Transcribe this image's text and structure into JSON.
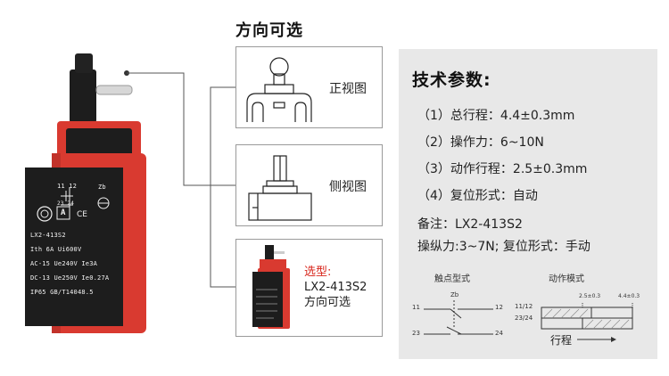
{
  "middle": {
    "title": "方向可选",
    "front_label": "正视图",
    "side_label": "侧视图",
    "model_prefix": "选型:",
    "model_name": "LX2-413S2",
    "model_suffix": "方向可选"
  },
  "product_label": {
    "terminals_top": "11 12",
    "zb": "Zb",
    "terminals_bottom": "23 24",
    "model": "LX2-413S2",
    "line1": "Ith 6A Ui600V",
    "line2": "AC-15 Ue240V Ie3A",
    "line3": "DC-13 Ue250V Ie0.27A",
    "line4": "IP65 GB/T14048.5",
    "brand_letter": "A"
  },
  "spec": {
    "title": "技术参数:",
    "items": [
      "（1）总行程：4.4±0.3mm",
      "（2）操作力：6~10N",
      "（3）动作行程：2.5±0.3mm",
      "（4）复位形式：自动"
    ],
    "note_line1": "备注：LX2-413S2",
    "note_line2": "操纵力:3~7N; 复位形式：手动",
    "contact_head": "触点型式",
    "action_head": "动作模式",
    "contact_zb": "Zb",
    "t11": "11",
    "t12": "12",
    "t23": "23",
    "t24": "24",
    "row1": "11/12",
    "row2": "23/24",
    "stroke_a": "2.5±0.3",
    "stroke_b": "4.4±0.3",
    "stroke_label": "行程"
  },
  "colors": {
    "switch_red": "#d93a30",
    "switch_black": "#1d1d1d",
    "panel_bg": "#e8e8e8",
    "highlight": "#d8261c"
  }
}
